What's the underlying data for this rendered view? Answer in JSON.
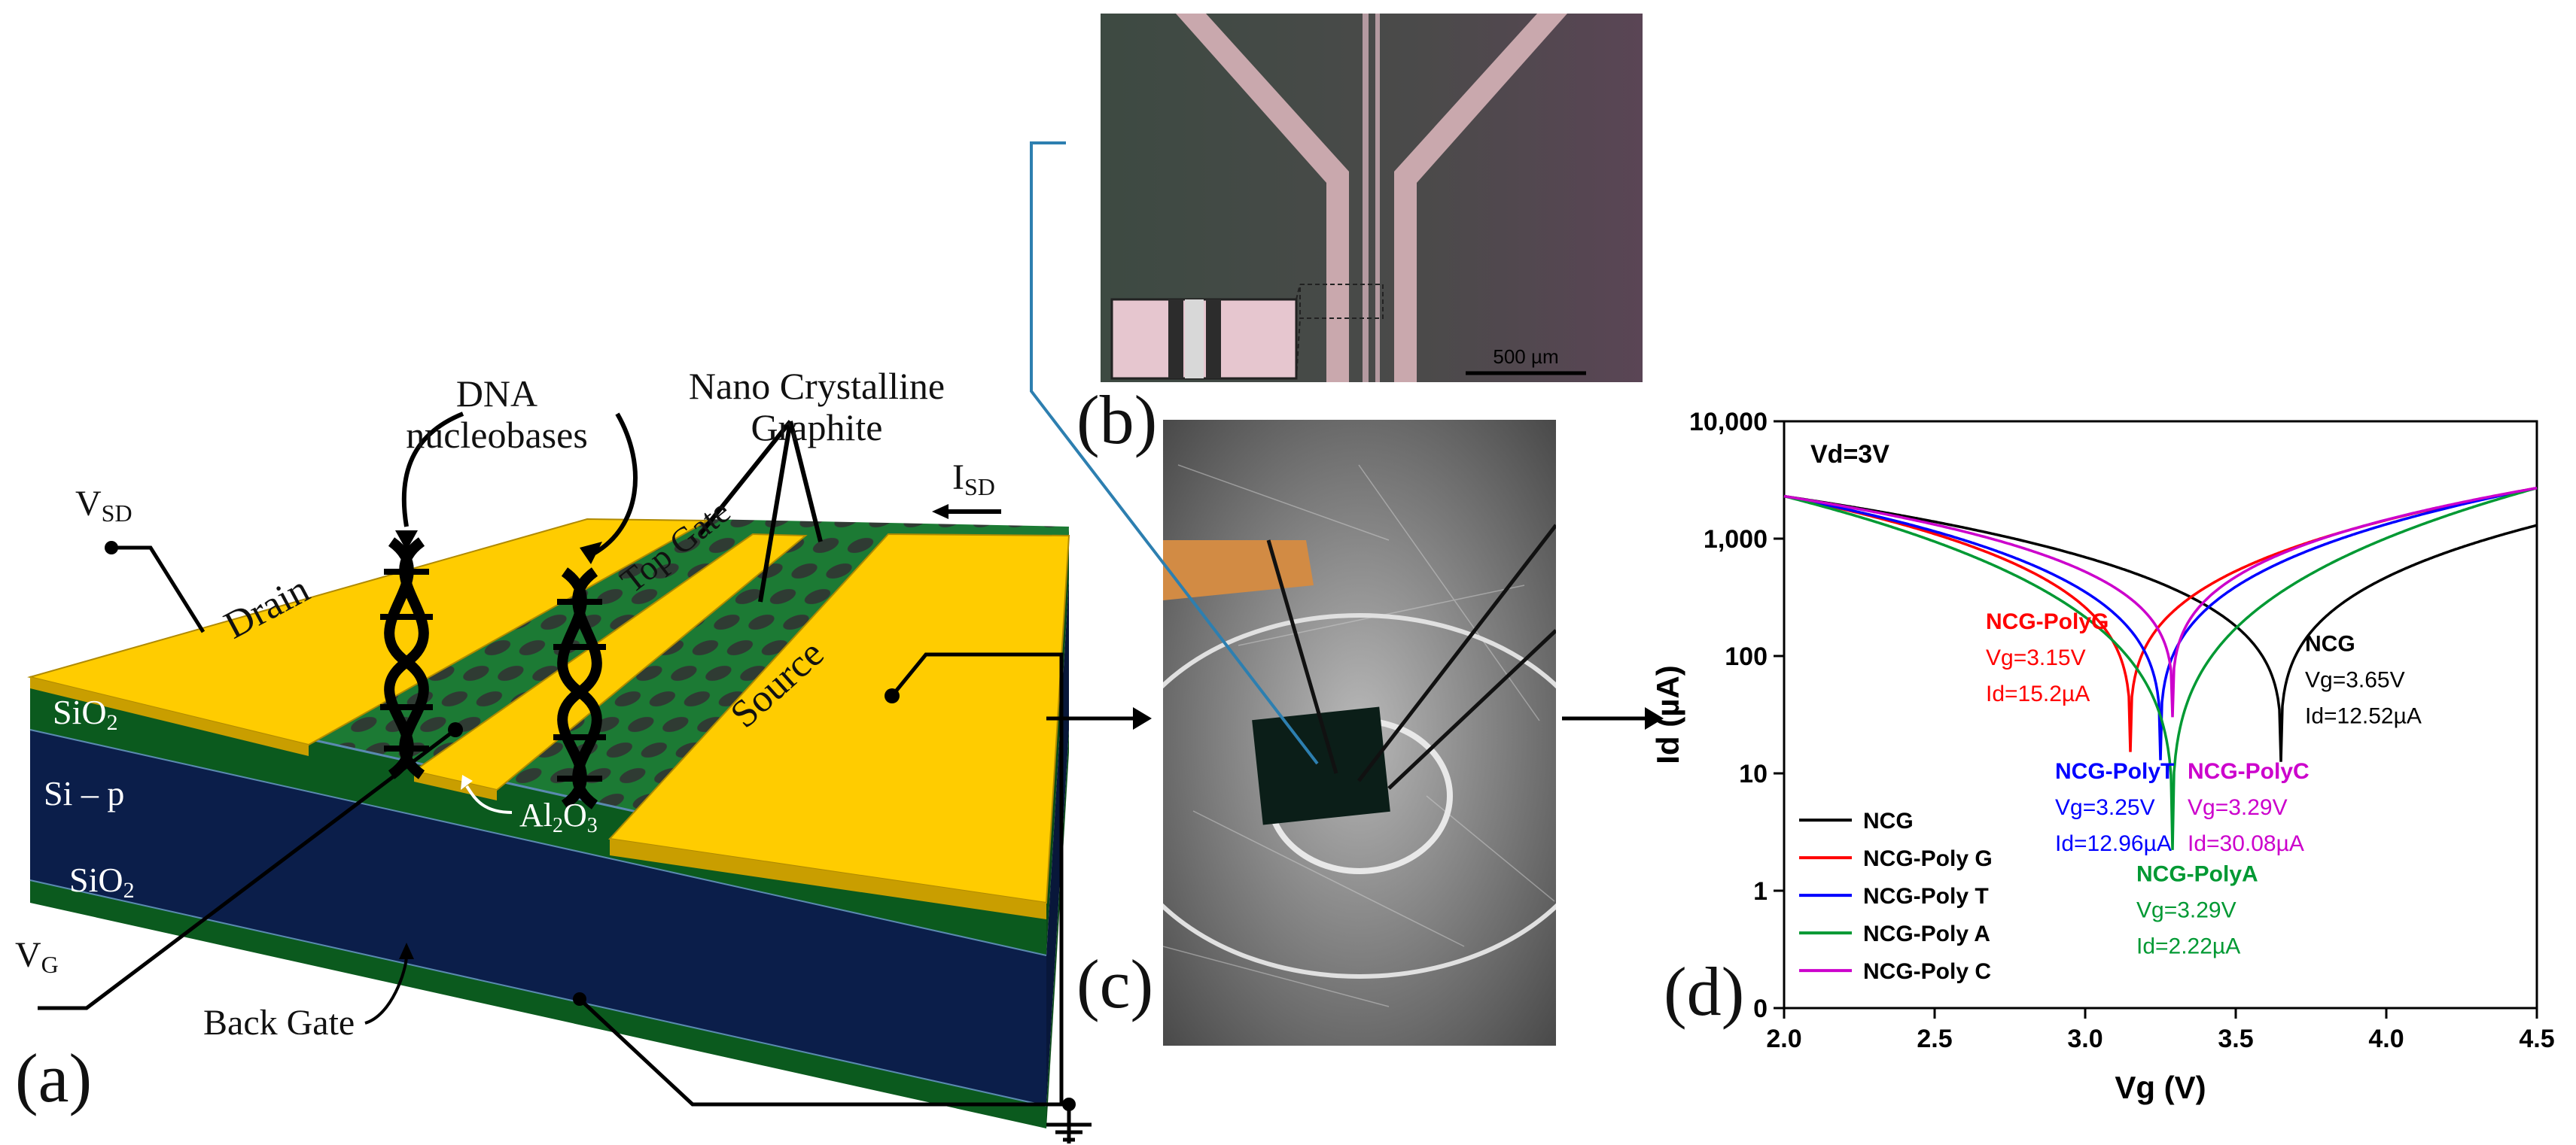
{
  "panels": {
    "a": "(a)",
    "b": "(b)",
    "c": "(c)",
    "d": "(d)"
  },
  "schematic": {
    "dna_line1": "DNA",
    "dna_line2": "nucleobases",
    "ncg_line1": "Nano Crystalline",
    "ncg_line2": "Graphite",
    "drain": "Drain",
    "top_gate": "Top Gate",
    "source": "Source",
    "vsd_main": "V",
    "vsd_sub": "SD",
    "isd_main": "I",
    "isd_sub": "SD",
    "vg_main": "V",
    "vg_sub": "G",
    "sio2_top_main": "SiO",
    "sio2_top_sub": "2",
    "si_p": "Si – p",
    "sio2_bot_main": "SiO",
    "sio2_bot_sub": "2",
    "al2o3_a": "Al",
    "al2o3_b": "2",
    "al2o3_c": "O",
    "al2o3_d": "3",
    "back_gate": "Back Gate",
    "colors": {
      "gold": "#ffcc00",
      "green": "#0b5a1e",
      "navy": "#0b1e4a"
    }
  },
  "micrograph": {
    "scale_bar": "500 µm"
  },
  "chart_data": {
    "type": "line",
    "x_axis": {
      "label": "Vg (V)",
      "range": [
        2.0,
        4.5
      ],
      "ticks": [
        "2.0",
        "2.5",
        "3.0",
        "3.5",
        "4.0",
        "4.5"
      ]
    },
    "y_axis": {
      "label": "Id (µA)",
      "scale": "log",
      "range": [
        0.1,
        10000
      ],
      "ticks": [
        "0",
        "1",
        "10",
        "100",
        "1,000",
        "10,000"
      ]
    },
    "annotation_vd": "Vd=3V",
    "series": [
      {
        "name": "NCG",
        "color": "#000000",
        "dirac_vg": 3.65,
        "min_id": 12.52,
        "label_bold": "NCG",
        "label_vg": "Vg=3.65V",
        "label_id": "Id=12.52µA"
      },
      {
        "name": "NCG-Poly G",
        "color": "#ff0000",
        "dirac_vg": 3.15,
        "min_id": 15.2,
        "label_bold": "NCG-PolyG",
        "label_vg": "Vg=3.15V",
        "label_id": "Id=15.2µA"
      },
      {
        "name": "NCG-Poly T",
        "color": "#0000ff",
        "dirac_vg": 3.25,
        "min_id": 12.96,
        "label_bold": "NCG-PolyT",
        "label_vg": "Vg=3.25V",
        "label_id": "Id=12.96µA"
      },
      {
        "name": "NCG-Poly A",
        "color": "#009933",
        "dirac_vg": 3.29,
        "min_id": 2.22,
        "label_bold": "NCG-PolyA",
        "label_vg": "Vg=3.29V",
        "label_id": "Id=2.22µA"
      },
      {
        "name": "NCG-Poly C",
        "color": "#cc00cc",
        "dirac_vg": 3.29,
        "min_id": 30.08,
        "label_bold": "NCG-PolyC",
        "label_vg": "Vg=3.29V",
        "label_id": "Id=30.08µA"
      }
    ],
    "legend_placement": "bottom-left"
  }
}
